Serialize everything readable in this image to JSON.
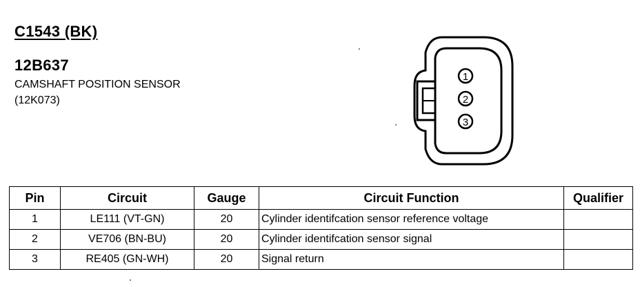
{
  "header": {
    "connector_id": "C1543 (BK)",
    "part_number": "12B637",
    "component_name": "CAMSHAFT POSITION SENSOR",
    "component_code": "(12K073)"
  },
  "connector": {
    "pins": [
      "1",
      "2",
      "3"
    ]
  },
  "table": {
    "columns": [
      "Pin",
      "Circuit",
      "Gauge",
      "Circuit Function",
      "Qualifier"
    ],
    "rows": [
      {
        "pin": "1",
        "circuit": "LE111 (VT-GN)",
        "gauge": "20",
        "function": "Cylinder identifcation sensor reference voltage",
        "qualifier": ""
      },
      {
        "pin": "2",
        "circuit": "VE706 (BN-BU)",
        "gauge": "20",
        "function": "Cylinder identifcation sensor signal",
        "qualifier": ""
      },
      {
        "pin": "3",
        "circuit": "RE405 (GN-WH)",
        "gauge": "20",
        "function": "Signal return",
        "qualifier": ""
      }
    ]
  }
}
